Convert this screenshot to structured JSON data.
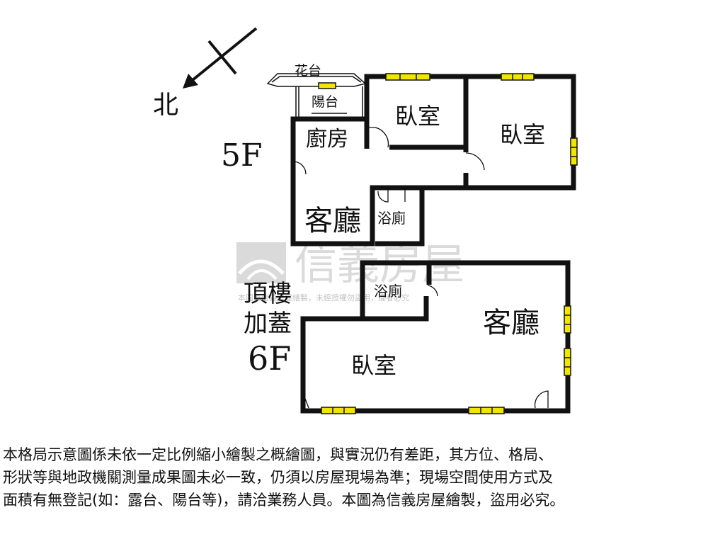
{
  "compass": {
    "north_label": "北"
  },
  "floor_5": {
    "floor_label": "5F",
    "rooms": {
      "flower_bed": "花台",
      "balcony": "陽台",
      "bedroom_1": "臥室",
      "bedroom_2": "臥室",
      "kitchen": "廚房",
      "living_room": "客廳",
      "bathroom": "浴廁"
    }
  },
  "floor_6": {
    "label_line1": "頂樓",
    "label_line2": "加蓋",
    "floor_label": "6F",
    "rooms": {
      "bathroom": "浴廁",
      "living_room": "客廳",
      "bedroom": "臥室"
    }
  },
  "watermark": {
    "brand": "信義房屋",
    "subtext": "本圖為信義房屋繪製，未經授權勿盜用，違者必究"
  },
  "disclaimer": {
    "line1": "本格局示意圖係未依一定比例縮小繪製之概繪圖，與實況仍有差距，其方位、格局、",
    "line2": "形狀等與地政機關測量成果圖未必一致，仍須以房屋現場為準；現場空間使用方式及",
    "line3": "面積有無登記(如：露台、陽台等)，請洽業務人員。本圖為信義房屋繪製，盜用必究。"
  },
  "colors": {
    "wall": "#111111",
    "window": "#f2e600",
    "watermark": "#d7d7d7"
  }
}
